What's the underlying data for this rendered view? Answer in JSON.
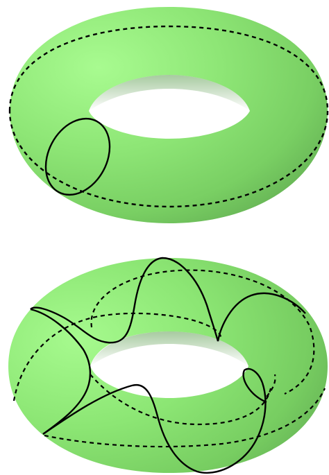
{
  "colors": {
    "torus_light": "#a6fa8e",
    "torus_mid": "#8ae472",
    "torus_dark": "#6bbc58",
    "torus_edge": "#5d9a4f",
    "curve": "#000000",
    "background": "#ffffff"
  },
  "figures": [
    {
      "id": "top",
      "surface": "torus",
      "curves": [
        {
          "kind": "meridian",
          "style": "solid"
        },
        {
          "kind": "longitude",
          "style": "dashed"
        }
      ]
    },
    {
      "id": "bottom",
      "surface": "torus",
      "curves": [
        {
          "kind": "torus-knot",
          "style": "solid-front / dashed-back"
        }
      ]
    }
  ]
}
